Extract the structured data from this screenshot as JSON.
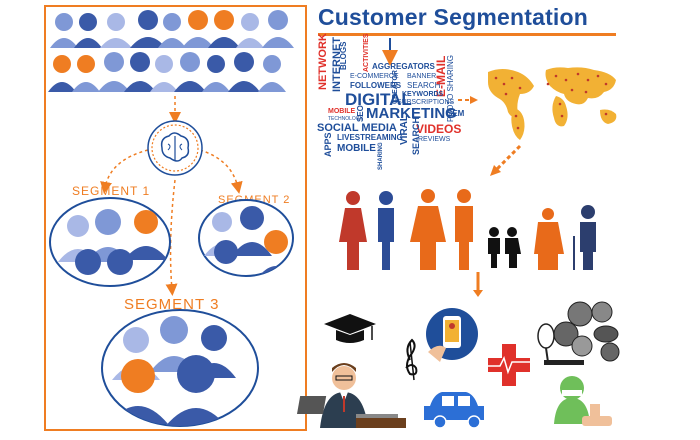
{
  "title": "Customer Segmentation",
  "segments": [
    {
      "label": "SEGMENT 1"
    },
    {
      "label": "SEGMENT 2"
    },
    {
      "label": "SEGMENT 3"
    }
  ],
  "word_cloud": [
    {
      "text": "NETWORK",
      "color": "#e0312b"
    },
    {
      "text": "INTERNET",
      "color": "#1f4e9a"
    },
    {
      "text": "BLOGS",
      "color": "#1f4e9a"
    },
    {
      "text": "ACTIVITIES",
      "color": "#e0312b"
    },
    {
      "text": "AGGREGATORS",
      "color": "#1f4e9a"
    },
    {
      "text": "E-COMMERCE",
      "color": "#1f4e9a"
    },
    {
      "text": "FOLLOWERS",
      "color": "#1f4e9a"
    },
    {
      "text": "DIGITAL",
      "color": "#1f4e9a"
    },
    {
      "text": "BANNER",
      "color": "#1f4e9a"
    },
    {
      "text": "SEARCH",
      "color": "#1f4e9a"
    },
    {
      "text": "E-MAIL",
      "color": "#e0312b"
    },
    {
      "text": "PHOTO SHARING",
      "color": "#1f4e9a"
    },
    {
      "text": "KEYWORDS",
      "color": "#1f4e9a"
    },
    {
      "text": "SUBSCRIPTIONS",
      "color": "#1f4e9a"
    },
    {
      "text": "MOBILE",
      "color": "#e0312b"
    },
    {
      "text": "TECHNOLOGY",
      "color": "#1f4e9a"
    },
    {
      "text": "SEO",
      "color": "#1f4e9a"
    },
    {
      "text": "MARKETING",
      "color": "#1f4e9a"
    },
    {
      "text": "SEM",
      "color": "#1f4e9a"
    },
    {
      "text": "CREATOR",
      "color": "#1f4e9a"
    },
    {
      "text": "SOCIAL MEDIA",
      "color": "#1f4e9a"
    },
    {
      "text": "LIVESTREAMING",
      "color": "#1f4e9a"
    },
    {
      "text": "VIRAL",
      "color": "#1f4e9a"
    },
    {
      "text": "VIDEOS",
      "color": "#e0312b"
    },
    {
      "text": "APPS",
      "color": "#1f4e9a"
    },
    {
      "text": "MOBILE",
      "color": "#1f4e9a"
    },
    {
      "text": "SEARCH",
      "color": "#1f4e9a"
    },
    {
      "text": "REVIEWS",
      "color": "#1f4e9a"
    },
    {
      "text": "SHARING",
      "color": "#1f4e9a"
    }
  ],
  "icons": [
    "crowd-icon",
    "brain-icon",
    "world-map-icon",
    "family-icon",
    "graduation-cap-icon",
    "music-note-icon",
    "smartphone-icon",
    "medical-cross-icon",
    "sports-balls-icon",
    "businessman-laptop-icon",
    "car-icon",
    "surgeon-icon"
  ],
  "colors": {
    "brand_blue": "#1f4e9a",
    "accent_orange": "#ef7d22",
    "person_blue": "#7f98d6",
    "person_dark": "#3a5aa8",
    "person_light": "#a9b8e6"
  }
}
